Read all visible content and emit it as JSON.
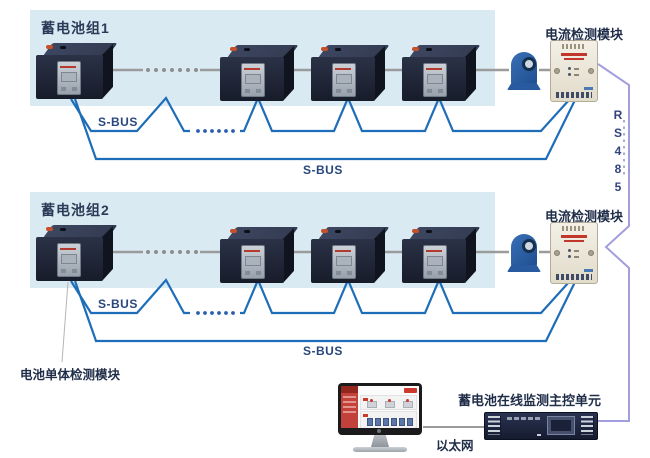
{
  "diagram": {
    "group1": {
      "title": "蓄电池组1",
      "sbus_top": "S-BUS",
      "sbus_bottom": "S-BUS",
      "current_module_label": "电流检测模块"
    },
    "group2": {
      "title": "蓄电池组2",
      "sbus_top": "S-BUS",
      "sbus_bottom": "S-BUS",
      "current_module_label": "电流检测模块"
    },
    "rs485": {
      "letters": [
        "R",
        "S",
        "4",
        "8",
        "5"
      ]
    },
    "cell_module_label": "电池单体检测模块",
    "bottom": {
      "main_unit_label": "蓄电池在线监测主控单元",
      "ethernet_label": "以太网"
    },
    "colors": {
      "group_box_bg": "#d9eaf3",
      "bus_line_blue": "#1e6db8",
      "rs485_line_purple": "#a39ede",
      "wire_gray": "#9b9b9b",
      "label_navy": "#1f2d49",
      "accent_red": "#c1372b"
    }
  }
}
